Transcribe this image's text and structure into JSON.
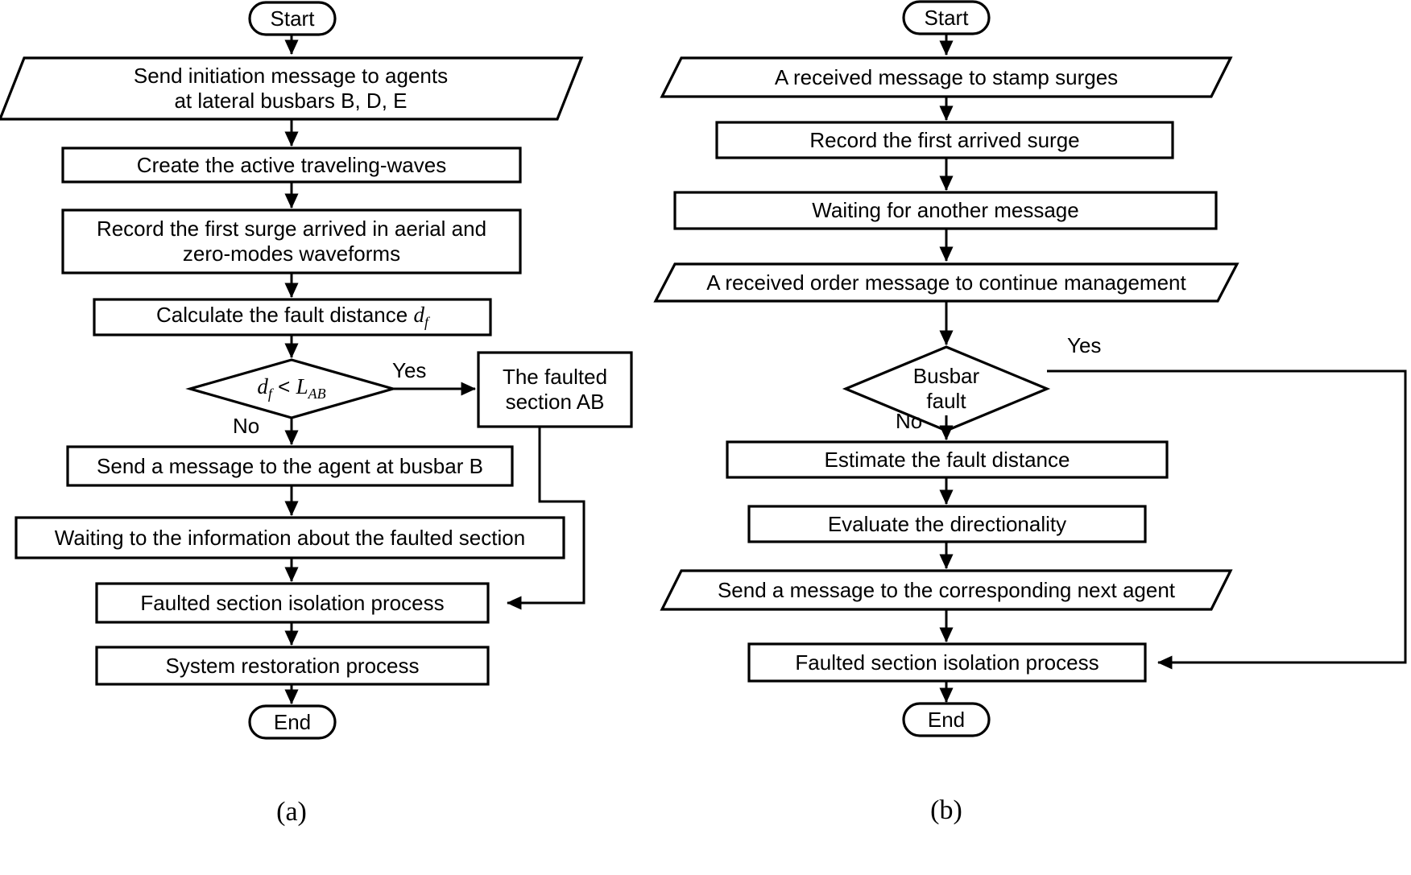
{
  "figure": {
    "panel_a_label": "(a)",
    "panel_b_label": "(b)",
    "line_color": "#000000",
    "fill_color": "#ffffff",
    "background": "#ffffff"
  },
  "flowchart_a": {
    "nodes": {
      "start": "Start",
      "send_initiation": "Send initiation message to agents\nat lateral busbars B, D, E",
      "create_waves": "Create the active traveling-waves",
      "record_surge": "Record the first surge arrived in aerial and\nzero-modes waveforms",
      "calculate_distance_prefix": "Calculate the fault distance ",
      "calculate_distance_sym": "d",
      "calculate_distance_sub": "f",
      "decision_lhs": "d",
      "decision_lhs_sub": "f",
      "decision_op": " < ",
      "decision_rhs": "L",
      "decision_rhs_sub": "AB",
      "faulted_section_ab": "The faulted\nsection AB",
      "send_message_busbar": "Send a message to the agent at busbar B",
      "waiting_info": "Waiting to the information about the faulted section",
      "isolation_process": "Faulted section isolation process",
      "restoration_process": "System restoration process",
      "end": "End"
    },
    "edge_labels": {
      "yes": "Yes",
      "no": "No"
    }
  },
  "flowchart_b": {
    "nodes": {
      "start": "Start",
      "received_message": "A received message to stamp surges",
      "record_surge": "Record the first arrived surge",
      "waiting_message": "Waiting for another message",
      "received_order": "A received order message to continue management",
      "busbar_fault": "Busbar\nfault",
      "estimate_distance": "Estimate the fault distance",
      "evaluate_directionality": "Evaluate the directionality",
      "send_message_next": "Send a message to the corresponding next agent",
      "isolation_process": "Faulted section isolation process",
      "end": "End"
    },
    "edge_labels": {
      "yes": "Yes",
      "no": "No"
    }
  }
}
